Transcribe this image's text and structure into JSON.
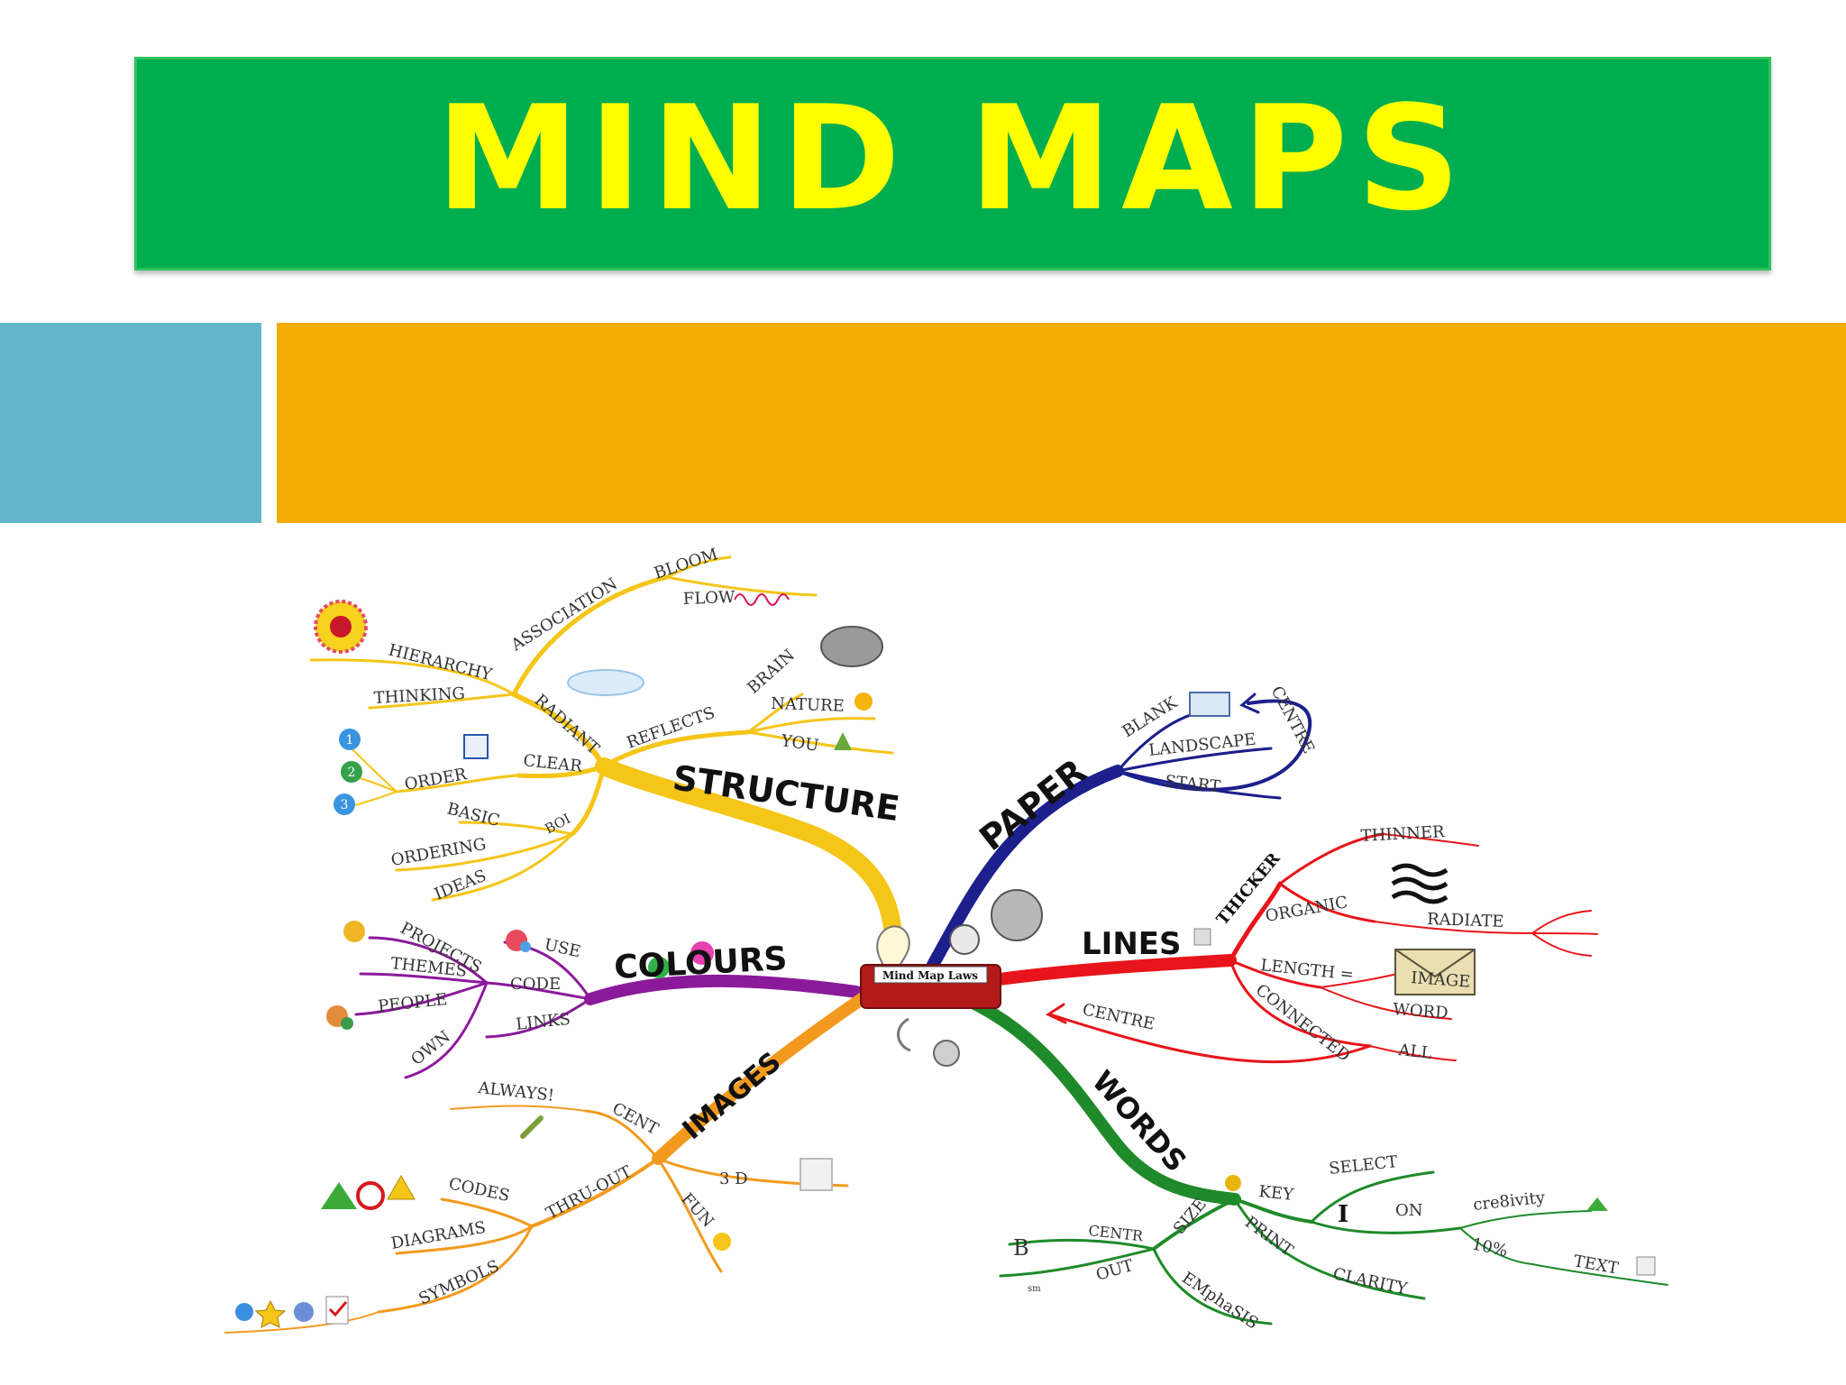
{
  "slide": {
    "title": "MIND MAPS"
  },
  "mindmap": {
    "center_label": "Mind Map Laws",
    "branches": {
      "structure": "STRUCTURE",
      "paper": "PAPER",
      "lines": "LINES",
      "colours": "COLOURS",
      "images": "IMAGES",
      "words": "WORDS"
    },
    "nodes": {
      "bloom": "BLOOM",
      "flow": "FLOW",
      "association": "ASSOCIATION",
      "hierarchy": "HIERARCHY",
      "thinking": "THINKING",
      "radiant": "RADIANT",
      "brain": "BRAIN",
      "nature": "NATURE",
      "you": "YOU",
      "reflects": "REFLECTS",
      "clear": "CLEAR",
      "order": "ORDER",
      "basic": "BASIC",
      "boi": "BOI",
      "ordering": "ORDERING",
      "ideas": "IDEAS",
      "order_1": "1",
      "order_2": "2",
      "order_3": "3",
      "blank": "BLANK",
      "centre_top": "CENTRE",
      "landscape": "LANDSCAPE",
      "start": "START",
      "thicker": "THICKER",
      "thinner": "THINNER",
      "organic": "ORGANIC",
      "radiate": "RADIATE",
      "length": "LENGTH =",
      "image": "IMAGE",
      "word": "WORD",
      "connected": "CONNECTED",
      "all": "ALL",
      "centre_lines": "CENTRE",
      "projects": "PROJECTS",
      "themes": "THEMES",
      "people": "PEOPLE",
      "own": "OWN",
      "use": "USE",
      "code": "CODE",
      "links": "LINKS",
      "always": "ALWAYS!",
      "cent": "CENT",
      "three_d": "3 D",
      "fun": "FUN",
      "thru_out": "THRU-OUT",
      "codes": "CODES",
      "diagrams": "DIAGRAMS",
      "symbols": "SYMBOLS",
      "key": "KEY",
      "select": "SELECT",
      "i": "I",
      "on": "ON",
      "cre8ivity": "cre8ivity",
      "ten_pct": "10%",
      "text": "TEXT",
      "size": "SIZE",
      "print": "PRINT",
      "clarity": "CLARITY",
      "centr": "CENTR",
      "b": "B",
      "sm": "sm",
      "out": "OUT",
      "emphasis": "EMphaSIS"
    },
    "colors": {
      "structure": "#f5c518",
      "paper": "#1c1f8c",
      "lines": "#e8141b",
      "colours": "#8b1a9b",
      "images": "#f39a1e",
      "words": "#1f8a2a"
    }
  }
}
